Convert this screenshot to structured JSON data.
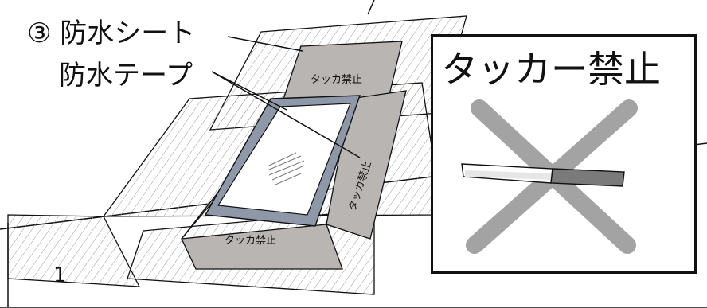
{
  "labels": {
    "step": "③ 防水シート",
    "tape": "防水テープ",
    "no_tacker_top": "タッカ禁止",
    "no_tacker_side": "タッカ禁止",
    "no_tacker_bottom": "タッカ禁止",
    "panel_title": "タッカー禁止",
    "number": "1"
  },
  "icons": {
    "prohibited": "cross-x-icon",
    "tool": "tacker-stapler-icon"
  },
  "colors": {
    "line": "#111111",
    "hatch": "#9a9a9a",
    "tape": "#b9b5b3",
    "frame": "#8f98a8",
    "cross": "#a3a3a3"
  }
}
